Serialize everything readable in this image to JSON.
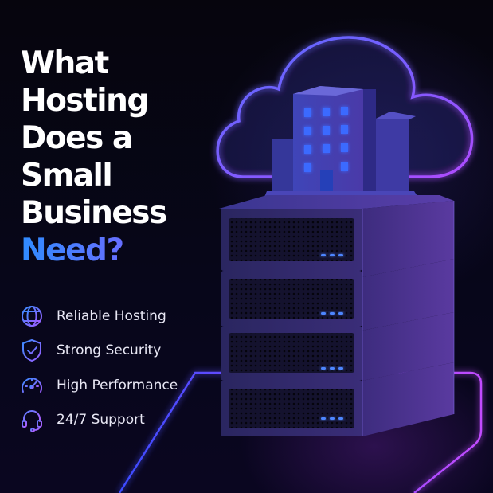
{
  "headline": {
    "lines": [
      "What",
      "Hosting",
      "Does a",
      "Small",
      "Business"
    ],
    "accent_line": "Need?"
  },
  "features": [
    {
      "icon": "globe-icon",
      "label": "Reliable Hosting"
    },
    {
      "icon": "shield-check-icon",
      "label": "Strong Security"
    },
    {
      "icon": "speedometer-icon",
      "label": "High Performance"
    },
    {
      "icon": "headset-icon",
      "label": "24/7 Support"
    }
  ],
  "illustration": {
    "subject": "cloud-building-server-stack",
    "server_units": 4
  },
  "colors": {
    "background": "#05040b",
    "accent_blue": "#2f8cff",
    "accent_purple": "#9b5cff",
    "neon_cloud": "#7a5cff",
    "led_blue": "#3a7bff"
  }
}
